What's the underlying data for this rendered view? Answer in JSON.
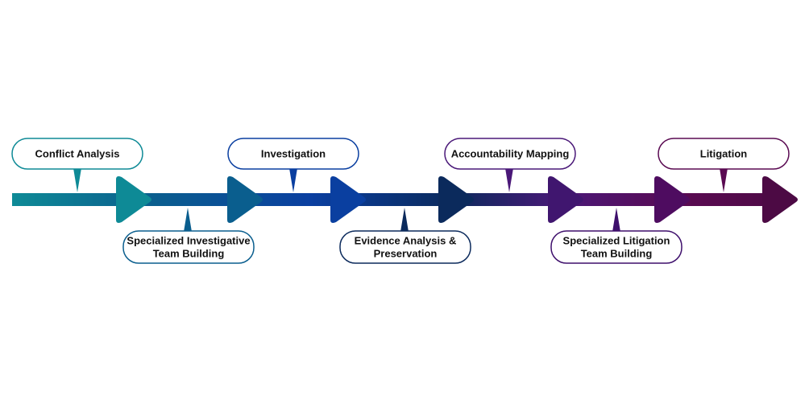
{
  "steps": [
    {
      "label_lines": [
        "Conflict Analysis"
      ],
      "color": "#0E8A96"
    },
    {
      "label_lines": [
        "Specialized Investigative",
        "Team Building"
      ],
      "color": "#0A5E8E"
    },
    {
      "label_lines": [
        "Investigation"
      ],
      "color": "#0A3FA0"
    },
    {
      "label_lines": [
        "Evidence Analysis &",
        "Preservation"
      ],
      "color": "#0B2A5C"
    },
    {
      "label_lines": [
        "Accountability Mapping"
      ],
      "color": "#4A1878"
    },
    {
      "label_lines": [
        "Specialized Litigation",
        "Team Building"
      ],
      "color": "#3E0F6C"
    },
    {
      "label_lines": [
        "Litigation"
      ],
      "color": "#5A0A52"
    }
  ]
}
